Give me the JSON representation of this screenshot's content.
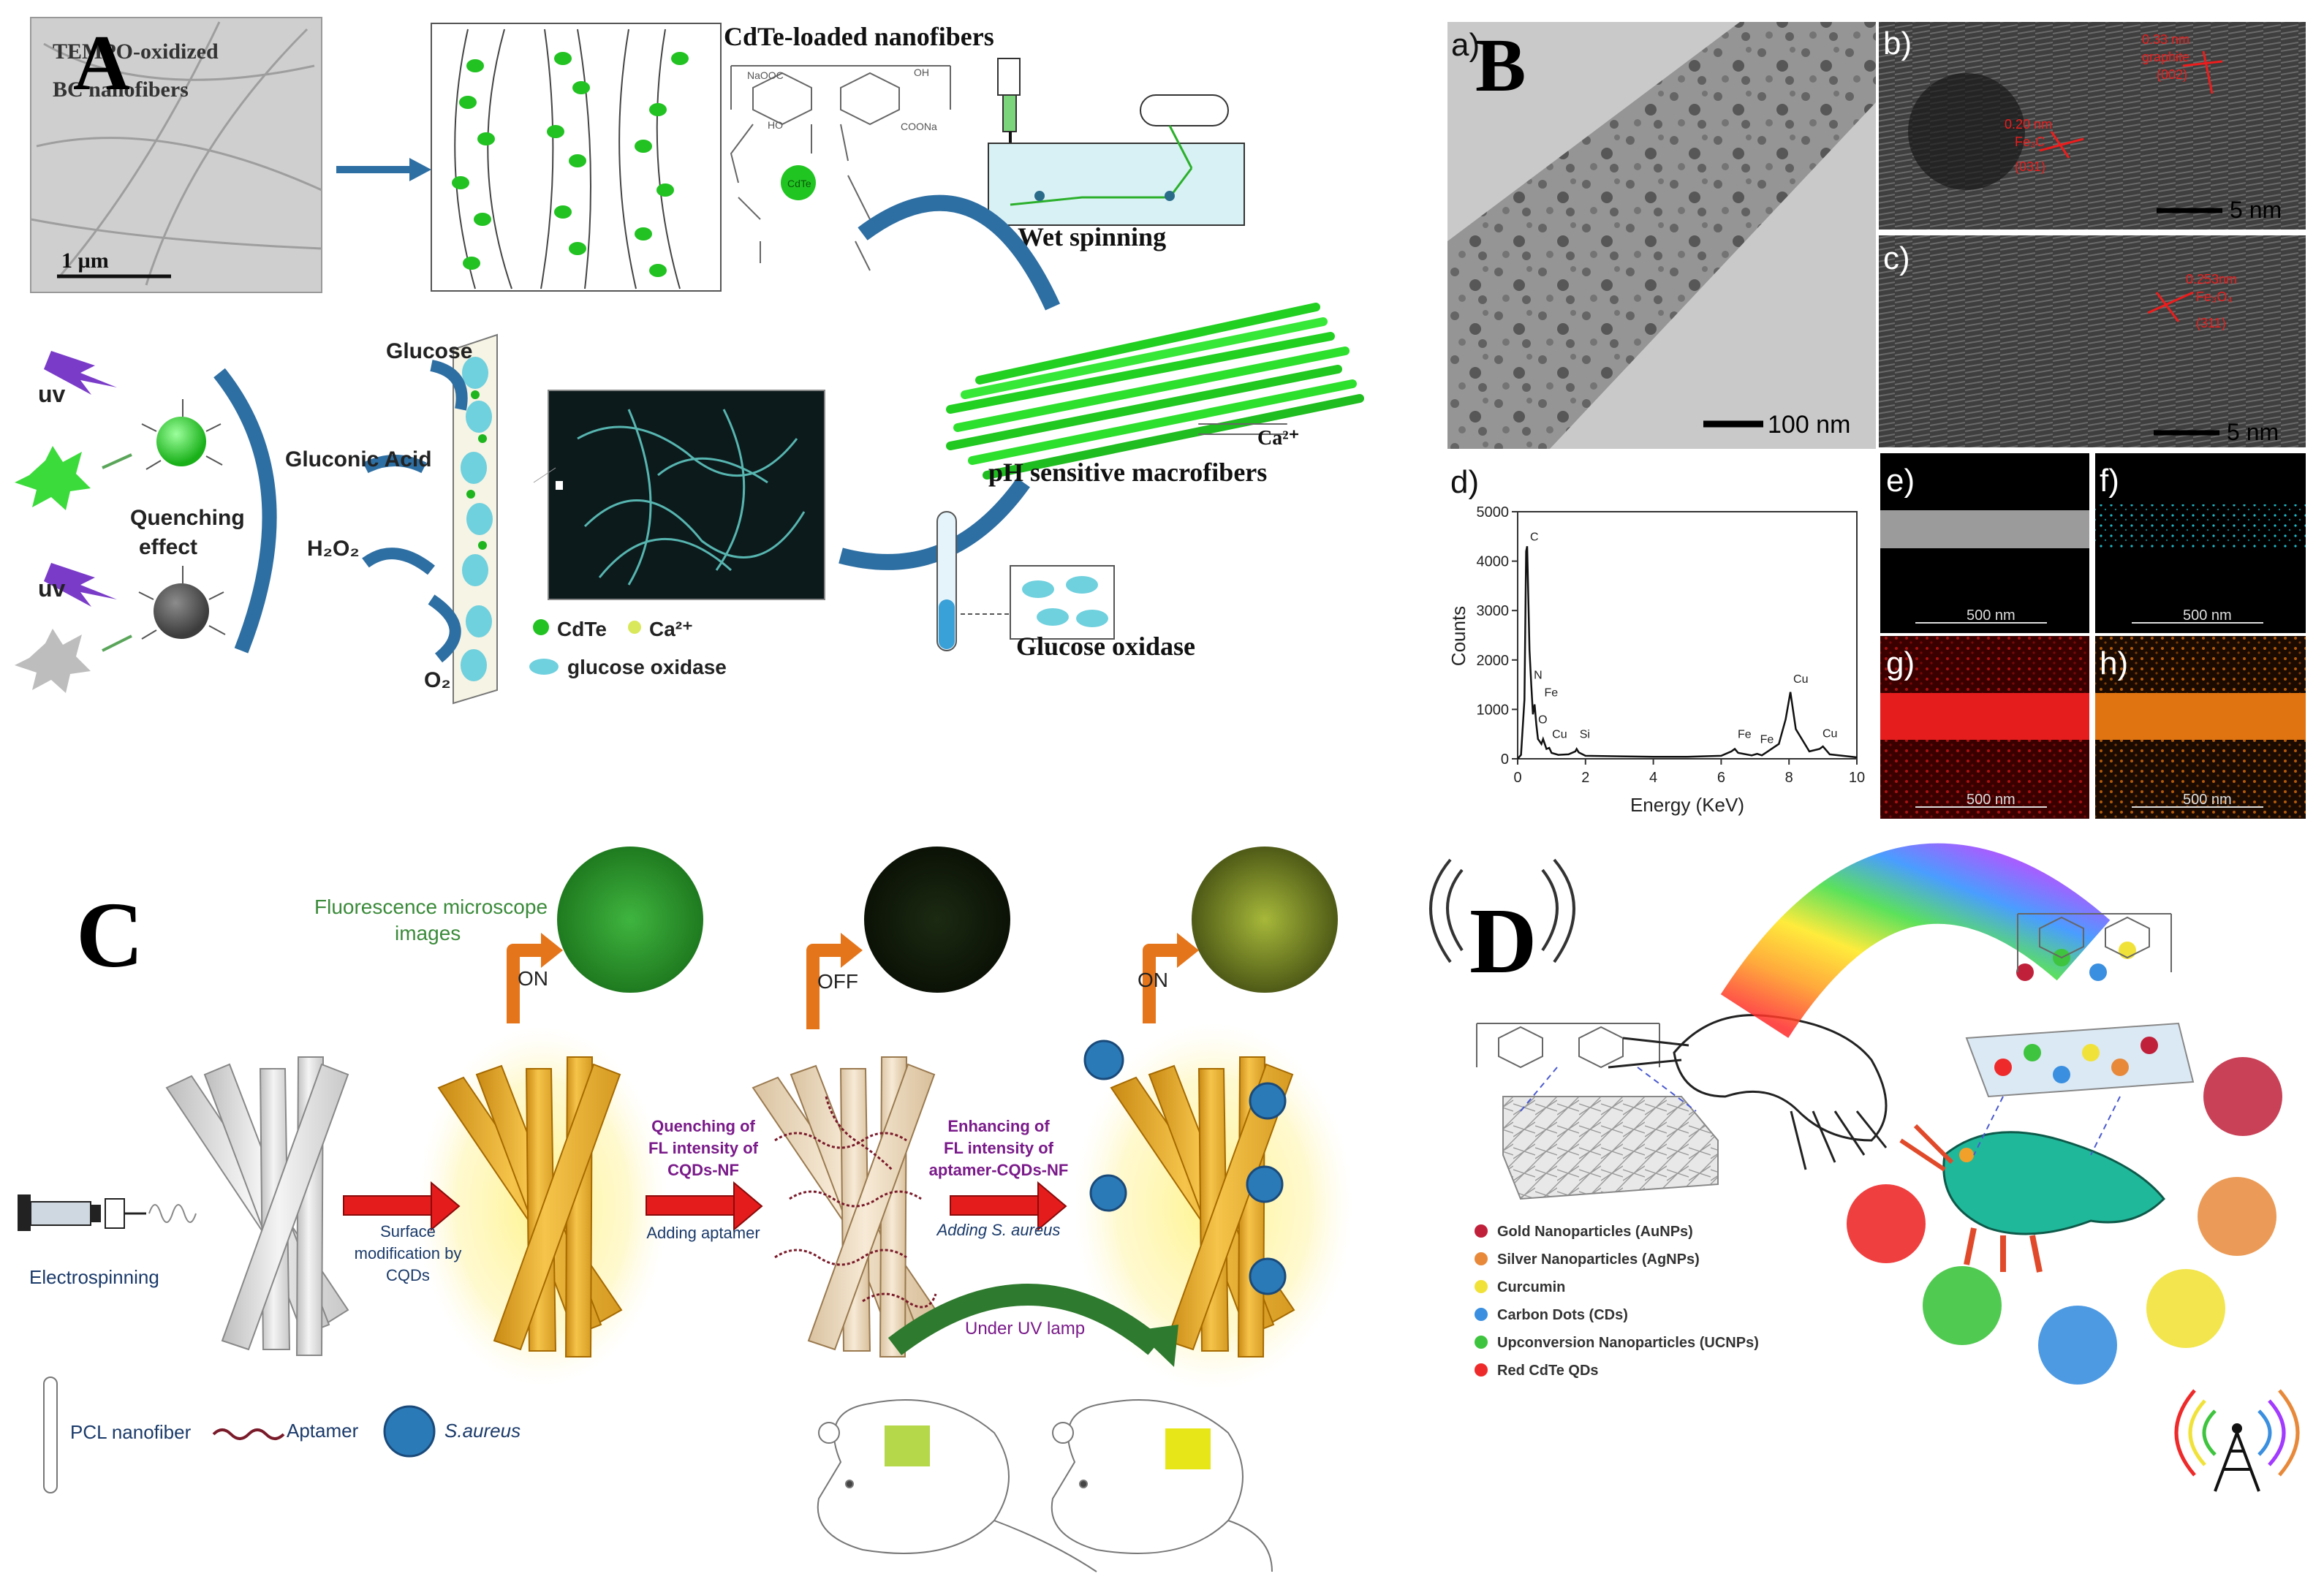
{
  "panels": {
    "A": {
      "letter": "A",
      "tem_caption_line1": "TEMPO-oxidized",
      "tem_caption_line2": "BC nanofibers",
      "scale_bar": "1 µm",
      "cdte_title": "CdTe-loaded nanofibers",
      "chem_label_naooc": "NaOOC",
      "chem_label_oh": "OH",
      "chem_label_coona": "COONa",
      "chem_label_ho": "HO",
      "chem_label_cdte": "CdTe",
      "wet_spinning": "Wet spinning",
      "ph_sensitive": "pH sensitive macrofibers",
      "ca_label": "Ca²⁺",
      "glucose_oxidase_title": "Glucose oxidase",
      "glucose": "Glucose",
      "gluconic_acid": "Gluconic Acid",
      "h2o2": "H₂O₂",
      "o2": "O₂",
      "legend_cdte": "CdTe",
      "legend_ca": "Ca²⁺",
      "legend_gox": "glucose oxidase",
      "uv1": "uv",
      "uv2": "uv",
      "quenching_line1": "Quenching",
      "quenching_line2": "effect"
    },
    "B": {
      "letter": "B",
      "sub_a": "a)",
      "sub_b": "b)",
      "sub_c": "c)",
      "sub_d": "d)",
      "sub_e": "e)",
      "sub_f": "f)",
      "sub_g": "g)",
      "sub_h": "h)",
      "scale_100nm": "100 nm",
      "scale_5nm_b": "5 nm",
      "scale_5nm_c": "5 nm",
      "scale_500nm_e": "500 nm",
      "scale_500nm_f": "500 nm",
      "scale_500nm_g": "500 nm",
      "scale_500nm_h": "500 nm",
      "lattice_b1_line1": "0.33 nm",
      "lattice_b1_line2": "graphite",
      "lattice_b1_line3": "(002)",
      "lattice_b2_line1": "0.20 nm",
      "lattice_b2_line2": "Fe₃C",
      "lattice_b2_line3": "(031)",
      "lattice_c_line1": "0.253nm",
      "lattice_c_line2": "Fe₃O₄",
      "lattice_c_line3": "(311)"
    },
    "C": {
      "letter": "C",
      "fluorescence_line1": "Fluorescence microscope",
      "fluorescence_line2": "images",
      "on1": "ON",
      "off": "OFF",
      "on2": "ON",
      "electrospinning": "Electrospinning",
      "surface_line1": "Surface",
      "surface_line2": "modification by",
      "surface_line3": "CQDs",
      "quench_line1": "Quenching of",
      "quench_line2": "FL intensity of",
      "quench_line3": "CQDs-NF",
      "adding_aptamer": "Adding aptamer",
      "enhance_line1": "Enhancing of",
      "enhance_line2": "FL intensity of",
      "enhance_line3": "aptamer-CQDs-NF",
      "adding_saureus": "Adding S. aureus",
      "under_uv": "Under UV lamp",
      "legend_pcl": "PCL nanofiber",
      "legend_aptamer": "Aptamer",
      "legend_saureus": "S.aureus"
    },
    "D": {
      "letter": "D",
      "legend": [
        {
          "label": "Gold Nanoparticles (AuNPs)",
          "color": "#c0203a"
        },
        {
          "label": "Silver Nanoparticles (AgNPs)",
          "color": "#e8893a"
        },
        {
          "label": "Curcumin",
          "color": "#f1e23a"
        },
        {
          "label": "Carbon Dots (CDs)",
          "color": "#3a8fe0"
        },
        {
          "label": "Upconversion Nanoparticles (UCNPs)",
          "color": "#3ec43e"
        },
        {
          "label": "Red CdTe QDs",
          "color": "#ee2a2a"
        }
      ]
    }
  },
  "chart_data": {
    "type": "line",
    "title": "",
    "xlabel": "Energy (KeV)",
    "ylabel": "Counts",
    "xlim": [
      0,
      10
    ],
    "ylim": [
      0,
      5000
    ],
    "xticks": [
      0,
      2,
      4,
      6,
      8,
      10
    ],
    "yticks": [
      0,
      1000,
      2000,
      3000,
      4000,
      5000
    ],
    "series": [
      {
        "x": [
          0,
          0.1,
          0.2,
          0.25,
          0.28,
          0.35,
          0.4,
          0.45,
          0.5,
          0.55,
          0.6,
          0.65,
          0.7,
          0.75,
          0.85,
          0.93,
          1.0,
          1.2,
          1.5,
          1.7,
          1.74,
          1.8,
          2.0,
          3.0,
          4.0,
          5.0,
          6.0,
          6.3,
          6.4,
          6.5,
          6.9,
          7.06,
          7.2,
          7.7,
          7.9,
          8.04,
          8.2,
          8.6,
          8.9,
          9.0,
          9.2,
          10
        ],
        "y": [
          0,
          80,
          1200,
          4200,
          4300,
          2200,
          1500,
          900,
          1100,
          700,
          400,
          350,
          300,
          400,
          200,
          220,
          120,
          80,
          90,
          150,
          200,
          130,
          60,
          50,
          40,
          40,
          60,
          150,
          200,
          120,
          70,
          100,
          70,
          300,
          800,
          1350,
          600,
          150,
          200,
          250,
          90,
          30
        ]
      }
    ],
    "peak_labels": [
      {
        "label": "C",
        "x": 0.28,
        "y": 4300
      },
      {
        "label": "N",
        "x": 0.39,
        "y": 1500
      },
      {
        "label": "Fe",
        "x": 0.7,
        "y": 1150
      },
      {
        "label": "O",
        "x": 0.52,
        "y": 600
      },
      {
        "label": "Cu",
        "x": 0.93,
        "y": 300
      },
      {
        "label": "Si",
        "x": 1.74,
        "y": 300
      },
      {
        "label": "Fe",
        "x": 6.4,
        "y": 300
      },
      {
        "label": "Fe",
        "x": 7.06,
        "y": 200
      },
      {
        "label": "Cu",
        "x": 8.04,
        "y": 1420
      },
      {
        "label": "Cu",
        "x": 8.9,
        "y": 320
      }
    ]
  }
}
